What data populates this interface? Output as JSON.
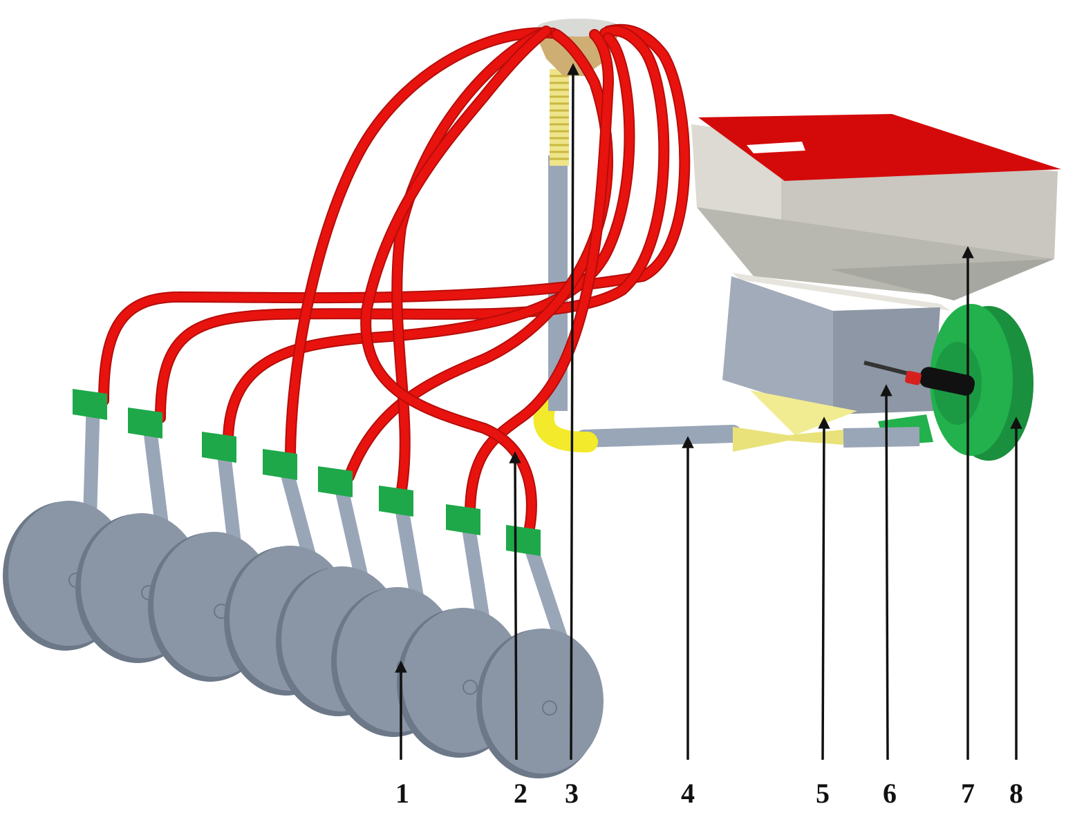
{
  "labels": [
    "1",
    "2",
    "3",
    "4",
    "5",
    "6",
    "7",
    "8"
  ],
  "colors": {
    "hose": "#e8130e",
    "hose_dark": "#b50d0a",
    "disc": "#8a96a6",
    "disc_edge": "#6c7888",
    "tube": "#99a6b8",
    "clamp": "#1ea84a",
    "hopper_top": "#d40a0a",
    "hopper_body": "#dcdad2",
    "box": "#a2abb9",
    "fan": "#22b14c",
    "yellow": "#f2ea2a",
    "tan": "#cfae73",
    "arrow": "#111111"
  }
}
